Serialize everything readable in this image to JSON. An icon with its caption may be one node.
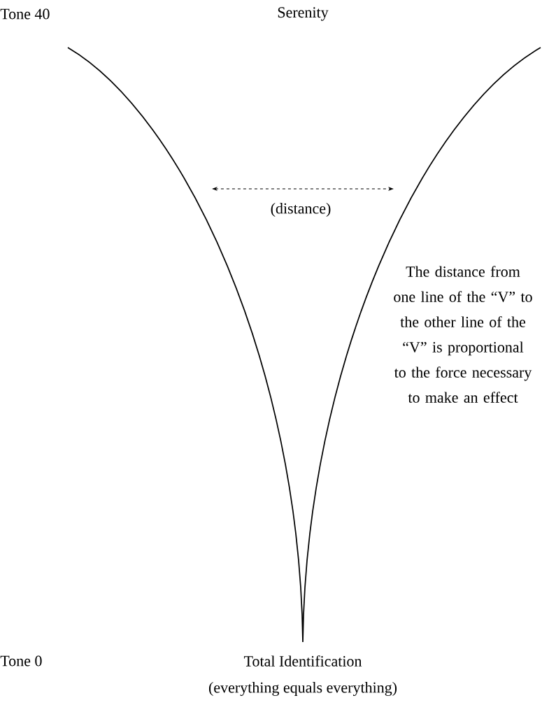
{
  "diagram": {
    "labels": [
      "Tone 40",
      "Serenity",
      "(distance)",
      "The distance from one line of the “V” to the other line of the “V” is proportional to the force necessary to make an effect",
      "Tone 0",
      "Total Identification",
      "(everything equals everything)"
    ]
  }
}
